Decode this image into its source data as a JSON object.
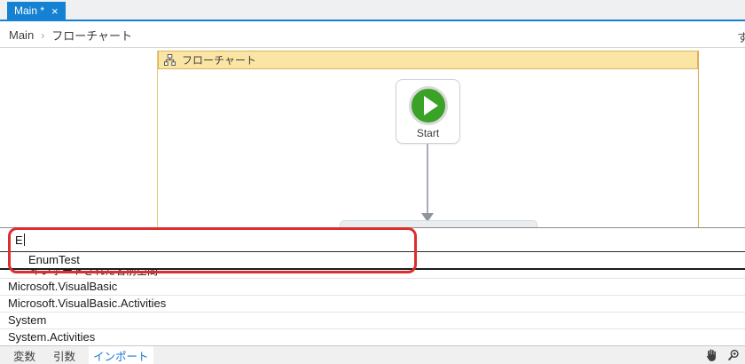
{
  "editor_tab": {
    "title": "Main *",
    "close_icon": "×"
  },
  "breadcrumb": {
    "root": "Main",
    "separator": "›",
    "current": "フローチャート",
    "clipped_right_text": "す"
  },
  "flowchart": {
    "title": "フローチャート",
    "start_node_label": "Start"
  },
  "imports_panel": {
    "search_input_value": "E",
    "suggestion_items": [
      "EnumTest"
    ],
    "obscured_row_text": "インポートされた名前空間",
    "namespace_rows": [
      "Microsoft.VisualBasic",
      "Microsoft.VisualBasic.Activities",
      "System",
      "System.Activities"
    ]
  },
  "bottom_bar": {
    "tabs": [
      {
        "label": "変数",
        "active": false
      },
      {
        "label": "引数",
        "active": false
      },
      {
        "label": "インポート",
        "active": true
      }
    ]
  },
  "colors": {
    "accent_blue": "#1581d3",
    "active_tab_blue": "#1779d2",
    "flow_header_yellow": "#fbe5a4",
    "flow_header_border": "#dfb459",
    "start_green": "#3aa226",
    "annotation_red": "#da2f2f"
  }
}
